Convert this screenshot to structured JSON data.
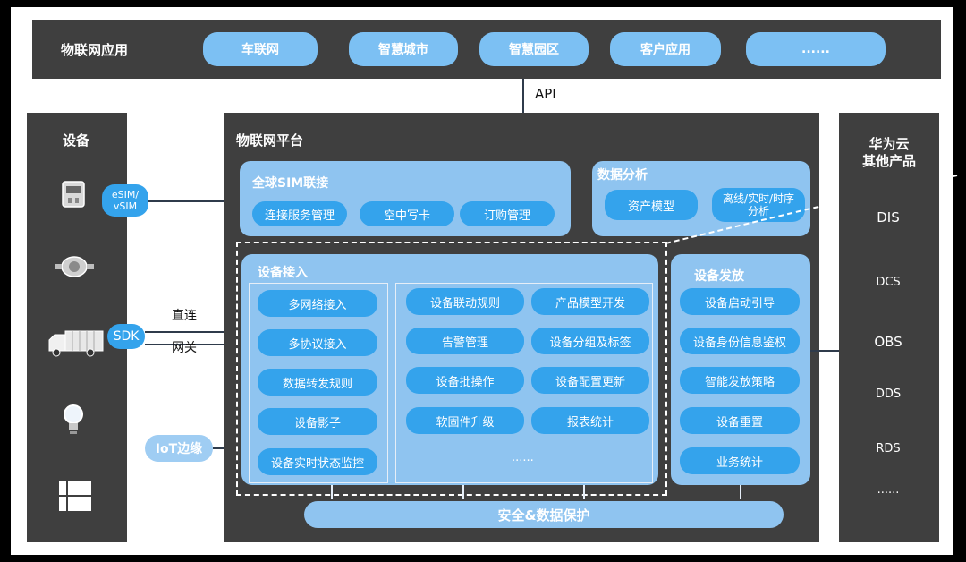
{
  "top_bar": {
    "title": "物联网应用",
    "apps": [
      "车联网",
      "智慧城市",
      "智慧园区",
      "客户应用",
      "......"
    ]
  },
  "api_label": "API",
  "devices": {
    "title": "设备",
    "esim_label": "eSIM/\nvSIM",
    "sdk_label": "SDK",
    "direct_label": "直连",
    "gateway_label": "网关",
    "iot_edge_label": "IoT边缘"
  },
  "platform": {
    "title": "物联网平台",
    "sim": {
      "title": "全球SIM联接",
      "items": [
        "连接服务管理",
        "空中写卡",
        "订购管理"
      ]
    },
    "analytics": {
      "title": "数据分析",
      "items": [
        "资产模型",
        "离线/实时/时序\n分析"
      ]
    },
    "access": {
      "title": "设备接入",
      "left_items": [
        "多网络接入",
        "多协议接入",
        "数据转发规则",
        "设备影子",
        "设备实时状态监控"
      ],
      "right_items": [
        "设备联动规则",
        "产品模型开发",
        "告警管理",
        "设备分组及标签",
        "设备批操作",
        "设备配置更新",
        "软固件升级",
        "报表统计",
        "......"
      ]
    },
    "provision": {
      "title": "设备发放",
      "items": [
        "设备启动引导",
        "设备身份信息鉴权",
        "智能发放策略",
        "设备重置",
        "业务统计"
      ]
    },
    "security_label": "安全&数据保护"
  },
  "cloud": {
    "title": "华为云\n其他产品",
    "items": [
      "DIS",
      "DCS",
      "OBS",
      "DDS",
      "RDS",
      "......"
    ]
  }
}
